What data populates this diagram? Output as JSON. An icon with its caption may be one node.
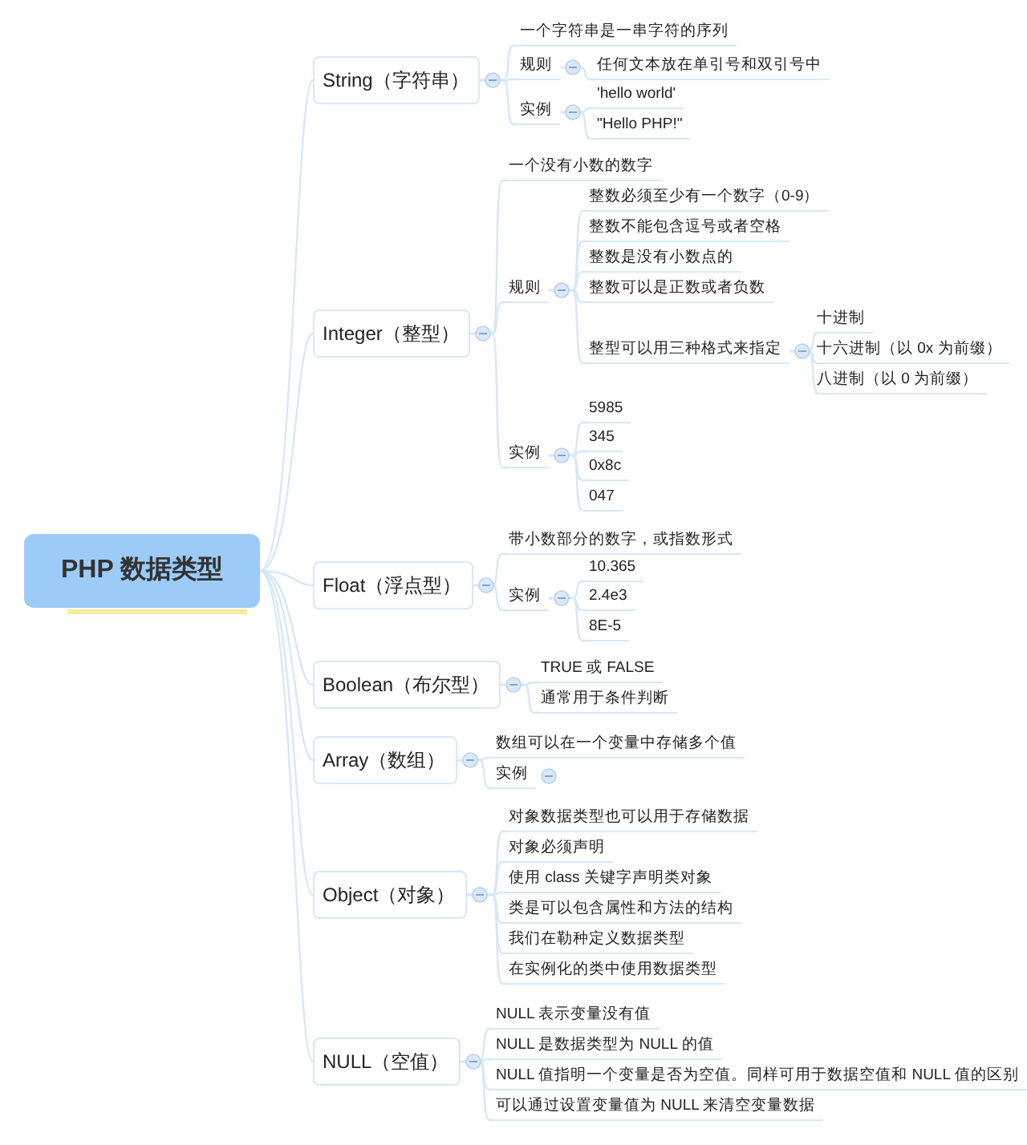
{
  "diagram": {
    "nodes": [
      {
        "text": [
          "PHP 数据类型"
        ]
      },
      {
        "text": [
          "String（字符串）"
        ]
      },
      {
        "text": [
          "一个字符串是一串字符的序列"
        ]
      },
      {
        "text": [
          "规则"
        ]
      },
      {
        "text": [
          "任何文本放在单引号和双引号中"
        ]
      },
      {
        "text": [
          "实例"
        ]
      },
      {
        "text": [
          "'hello world'"
        ]
      },
      {
        "text": [
          "\"Hello PHP!\""
        ]
      },
      {
        "text": [
          "Integer（整型）"
        ]
      },
      {
        "text": [
          "一个没有小数的数字"
        ]
      },
      {
        "text": [
          "规则"
        ]
      },
      {
        "text": [
          "整数必须至少有一个数字（0-9）"
        ]
      },
      {
        "text": [
          "整数不能包含逗号或者空格"
        ]
      },
      {
        "text": [
          "整数是没有小数点的"
        ]
      },
      {
        "text": [
          "整数可以是正数或者负数"
        ]
      },
      {
        "text": [
          "整型可以用三种格式来指定"
        ]
      },
      {
        "text": [
          "十进制"
        ]
      },
      {
        "text": [
          "十六进制（以 0x 为前缀）"
        ]
      },
      {
        "text": [
          "八进制（以 0 为前缀）"
        ]
      },
      {
        "text": [
          "实例"
        ]
      },
      {
        "text": [
          "5985"
        ]
      },
      {
        "text": [
          "345"
        ]
      },
      {
        "text": [
          "0x8c"
        ]
      },
      {
        "text": [
          "047"
        ]
      },
      {
        "text": [
          "Float（浮点型）"
        ]
      },
      {
        "text": [
          "带小数部分的数字，或指数形式"
        ]
      },
      {
        "text": [
          "实例"
        ]
      },
      {
        "text": [
          "10.365"
        ]
      },
      {
        "text": [
          "2.4e3"
        ]
      },
      {
        "text": [
          "8E-5"
        ]
      },
      {
        "text": [
          "Boolean（布尔型）"
        ]
      },
      {
        "text": [
          "TRUE 或 FALSE"
        ]
      },
      {
        "text": [
          "通常用于条件判断"
        ]
      },
      {
        "text": [
          "Array（数组）"
        ]
      },
      {
        "text": [
          "数组可以在一个变量中存储多个值"
        ]
      },
      {
        "text": [
          "实例"
        ]
      },
      {
        "text": [
          "Object（对象）"
        ]
      },
      {
        "text": [
          "对象数据类型也可以用于存储数据"
        ]
      },
      {
        "text": [
          "对象必须声明"
        ]
      },
      {
        "text": [
          "使用 class 关键字声明类对象"
        ]
      },
      {
        "text": [
          "类是可以包含属性和方法的结构"
        ]
      },
      {
        "text": [
          "我们在勒种定义数据类型"
        ]
      },
      {
        "text": [
          "在实例化的类中使用数据类型"
        ]
      },
      {
        "text": [
          "NULL（空值）"
        ]
      },
      {
        "text": [
          "NULL 表示变量没有值"
        ]
      },
      {
        "text": [
          "NULL 是数据类型为 NULL 的值"
        ]
      },
      {
        "text": [
          "NULL 值指明一个变量是否为空值。同样可用于数据空值和 NULL 值的区别"
        ]
      },
      {
        "text": [
          "可以通过设置变量值为 NULL 来清空变量数据"
        ]
      }
    ],
    "edges": [
      {
        "from": 0,
        "to": 1,
        "arrow": "none"
      },
      {
        "from": 0,
        "to": 8,
        "arrow": "none"
      },
      {
        "from": 0,
        "to": 24,
        "arrow": "none"
      },
      {
        "from": 0,
        "to": 30,
        "arrow": "none"
      },
      {
        "from": 0,
        "to": 33,
        "arrow": "none"
      },
      {
        "from": 0,
        "to": 36,
        "arrow": "none"
      },
      {
        "from": 0,
        "to": 43,
        "arrow": "none"
      },
      {
        "from": 1,
        "to": 2,
        "arrow": "none"
      },
      {
        "from": 1,
        "to": 3,
        "arrow": "none"
      },
      {
        "from": 1,
        "to": 5,
        "arrow": "none"
      },
      {
        "from": 3,
        "to": 4,
        "arrow": "none"
      },
      {
        "from": 5,
        "to": 6,
        "arrow": "none"
      },
      {
        "from": 5,
        "to": 7,
        "arrow": "none"
      },
      {
        "from": 8,
        "to": 9,
        "arrow": "none"
      },
      {
        "from": 8,
        "to": 10,
        "arrow": "none"
      },
      {
        "from": 8,
        "to": 19,
        "arrow": "none"
      },
      {
        "from": 10,
        "to": 11,
        "arrow": "none"
      },
      {
        "from": 10,
        "to": 12,
        "arrow": "none"
      },
      {
        "from": 10,
        "to": 13,
        "arrow": "none"
      },
      {
        "from": 10,
        "to": 14,
        "arrow": "none"
      },
      {
        "from": 10,
        "to": 15,
        "arrow": "none"
      },
      {
        "from": 15,
        "to": 16,
        "arrow": "none"
      },
      {
        "from": 15,
        "to": 17,
        "arrow": "none"
      },
      {
        "from": 15,
        "to": 18,
        "arrow": "none"
      },
      {
        "from": 19,
        "to": 20,
        "arrow": "none"
      },
      {
        "from": 19,
        "to": 21,
        "arrow": "none"
      },
      {
        "from": 19,
        "to": 22,
        "arrow": "none"
      },
      {
        "from": 19,
        "to": 23,
        "arrow": "none"
      },
      {
        "from": 24,
        "to": 25,
        "arrow": "none"
      },
      {
        "from": 24,
        "to": 26,
        "arrow": "none"
      },
      {
        "from": 26,
        "to": 27,
        "arrow": "none"
      },
      {
        "from": 26,
        "to": 28,
        "arrow": "none"
      },
      {
        "from": 26,
        "to": 29,
        "arrow": "none"
      },
      {
        "from": 30,
        "to": 31,
        "arrow": "none"
      },
      {
        "from": 30,
        "to": 32,
        "arrow": "none"
      },
      {
        "from": 33,
        "to": 34,
        "arrow": "none"
      },
      {
        "from": 33,
        "to": 35,
        "arrow": "none"
      },
      {
        "from": 36,
        "to": 37,
        "arrow": "none"
      },
      {
        "from": 36,
        "to": 38,
        "arrow": "none"
      },
      {
        "from": 36,
        "to": 39,
        "arrow": "none"
      },
      {
        "from": 36,
        "to": 40,
        "arrow": "none"
      },
      {
        "from": 36,
        "to": 41,
        "arrow": "none"
      },
      {
        "from": 36,
        "to": 42,
        "arrow": "none"
      },
      {
        "from": 43,
        "to": 44,
        "arrow": "none"
      },
      {
        "from": 43,
        "to": 45,
        "arrow": "none"
      },
      {
        "from": 43,
        "to": 46,
        "arrow": "none"
      },
      {
        "from": 43,
        "to": 47,
        "arrow": "none"
      }
    ]
  }
}
